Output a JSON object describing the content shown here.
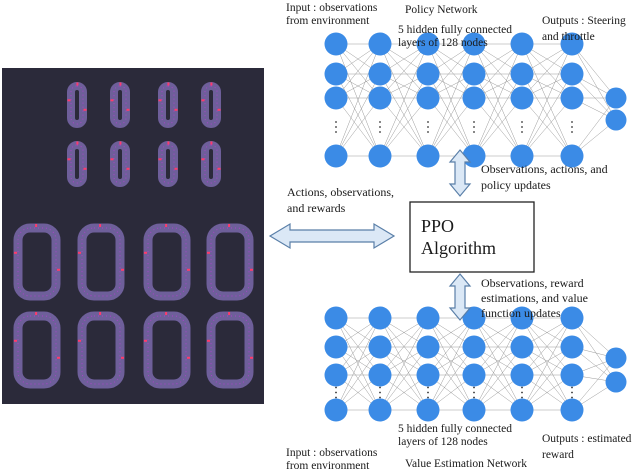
{
  "policy_network": {
    "title": "Policy Network",
    "input_label": [
      "Input : observations",
      "from environment"
    ],
    "hidden_label": [
      "5 hidden fully connected",
      "layers of 128 nodes"
    ],
    "output_label": [
      "Outputs : Steering",
      "and throttle"
    ]
  },
  "value_network": {
    "title": "Value Estimation Network",
    "input_label": [
      "Input : observations",
      "from environment"
    ],
    "hidden_label": [
      "5 hidden fully connected",
      "layers of 128 nodes"
    ],
    "output_label": [
      "Outputs : estimated",
      "reward"
    ]
  },
  "ppo_box": {
    "label": [
      "PPO",
      "Algorithm"
    ]
  },
  "arrows": {
    "env_to_ppo": [
      "Actions, observations,",
      "and rewards"
    ],
    "policy_to_ppo": [
      "Observations, actions, and",
      "policy updates"
    ],
    "value_to_ppo": [
      "Observations, reward",
      "estimations, and value",
      "function updates"
    ]
  },
  "simulation_panel": {
    "small_tracks": 8,
    "large_tracks": 8
  },
  "colors": {
    "panel_bg": "#2b2a3a",
    "track": "#6e5f9a",
    "track_stripe": "#b040d0",
    "car": "#ff3b6b",
    "node": "#3b8be6",
    "arrow_fill": "#dbe8f6",
    "arrow_stroke": "#5a7fa8"
  }
}
